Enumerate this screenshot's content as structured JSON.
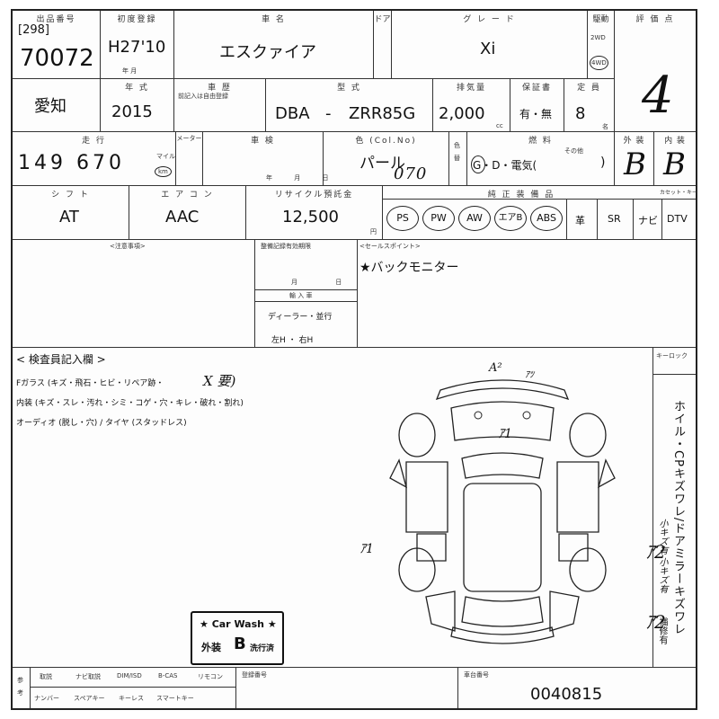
{
  "row1": {
    "lot_header": "出品番号",
    "lot_bracket": "[298]",
    "lot_number": "70072",
    "reg_header": "初度登録",
    "reg_value": "H27'10",
    "reg_sub": "年 月",
    "name_header": "車 名",
    "name_value": "エスクァイア",
    "door_header": "ドア",
    "grade_header": "グ レ ー ド",
    "grade_value": "Xi",
    "drive_header": "駆動",
    "drive_2wd": "2WD",
    "drive_4wd": "4WD",
    "score_header": "評 価 点",
    "score_value": "4"
  },
  "row2": {
    "region_value": "愛知",
    "model_year_header": "年 式",
    "model_year_value": "2015",
    "history_header": "車 歴",
    "history_sub": "前記入は自由登録",
    "type_header": "型 式",
    "type_prefix": "DBA",
    "type_dash": "-",
    "type_code": "ZRR85G",
    "displacement_header": "排気量",
    "displacement_value": "2,000",
    "displacement_unit": "cc",
    "cert_header": "保証書",
    "cert_value": "有・無",
    "capacity_header": "定 員",
    "capacity_value": "8",
    "capacity_unit": "名"
  },
  "row3": {
    "mileage_header": "走 行",
    "mileage_value": "149 670",
    "mileage_unit_mile": "マイル",
    "mileage_unit_km": "km",
    "meter_header": "メーター",
    "inspection_header": "車 検",
    "inspection_sub": "年 月 日",
    "color_header": "色 (Col.No)",
    "color_value": "パール",
    "color_code": "070",
    "color_change_label": "色替",
    "fuel_header": "燃 料",
    "fuel_value": "G・D・電気(",
    "fuel_other": "その他",
    "fuel_close": ")",
    "exterior_header": "外 装",
    "exterior_value": "B",
    "interior_header": "内 装",
    "interior_value": "B"
  },
  "row4": {
    "shift_header": "シ フ ト",
    "shift_value": "AT",
    "ac_header": "エ ア コ ン",
    "ac_value": "AAC",
    "recycle_header": "リサイクル預託金",
    "recycle_value": "12,500",
    "recycle_unit": "円",
    "equipment_header": "純 正 装 備 品",
    "equipment_circled": [
      "PS",
      "PW",
      "AW",
      "エアB",
      "ABS"
    ],
    "equipment_plain": [
      "革",
      "SR",
      "ナビ",
      "DTV"
    ],
    "keyless_label": "カセット・キー"
  },
  "row5": {
    "notes_header": "<注意事項>",
    "warranty_header": "整備記録有効期限",
    "warranty_sub": "月 日",
    "import_header": "輸 入 車",
    "import_dealer": "ディーラー・並行",
    "import_hand": "左H ・ 右H",
    "sales_header": "<セールスポイント>",
    "sales_point": "★バックモニター"
  },
  "inspector": {
    "header": "< 検査員記入欄 >",
    "line1": "Fガラス (キズ・飛石・ヒビ・リペア跡・",
    "line1_mark": "X 要)",
    "line2": "内装 (キズ・スレ・汚れ・シミ・コゲ・穴・キレ・破れ・割れ)",
    "line3": "オーディオ (脱し・穴) / タイヤ (スタッドレス)",
    "keylock_header": "キーロック",
    "right_note": "ホイル・CPキズワレ/ドアミラーキズワレ",
    "right_hand1": "小キズ有 小キズ有",
    "right_hand2": "補修有"
  },
  "diagram": {
    "mark_front": "A²",
    "mark_front2": "ｱﾂ",
    "mark_hood": "ｱ1",
    "mark_side": "ｱ1",
    "mark_side_r1": "ｱ2",
    "mark_side_r2": "ｱ2"
  },
  "car_wash": {
    "title": "★ Car Wash ★",
    "left": "外装",
    "grade": "B",
    "right": "洗行済"
  },
  "footer": {
    "side_label": "参考",
    "items_top": [
      "取説",
      "ナビ取説",
      "DIM/ISD",
      "B-CAS",
      "リモコン"
    ],
    "items_bottom": [
      "ナンバー",
      "スペアキー",
      "キーレス",
      "スマートキー"
    ],
    "owner_header": "登録番号",
    "vin_header": "車台番号",
    "vin_value": "0040815"
  }
}
